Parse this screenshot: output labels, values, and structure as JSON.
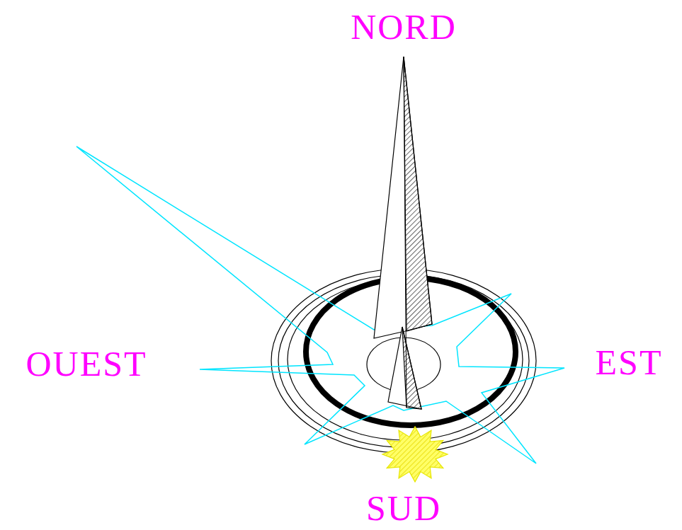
{
  "diagram": {
    "labels": [
      "NORD",
      "OUEST",
      "EST",
      "SUD"
    ]
  }
}
